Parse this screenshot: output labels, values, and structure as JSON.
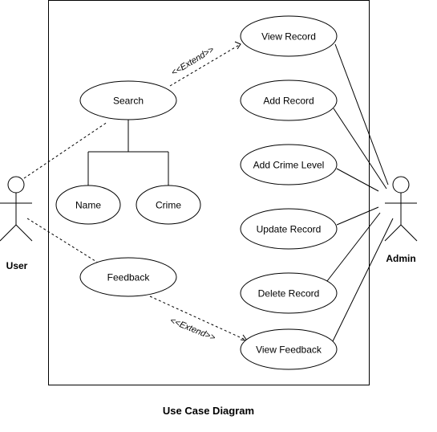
{
  "diagram": {
    "caption": "Use Case Diagram",
    "actors": {
      "user": "User",
      "admin": "Admin"
    },
    "use_cases": {
      "search": "Search",
      "name": "Name",
      "crime": "Crime",
      "feedback": "Feedback",
      "view_record": "View Record",
      "add_record": "Add Record",
      "add_crime_level": "Add Crime Level",
      "update_record": "Update Record",
      "delete_record": "Delete Record",
      "view_feedback": "View Feedback"
    },
    "extend_label": "<<Extend>>"
  }
}
